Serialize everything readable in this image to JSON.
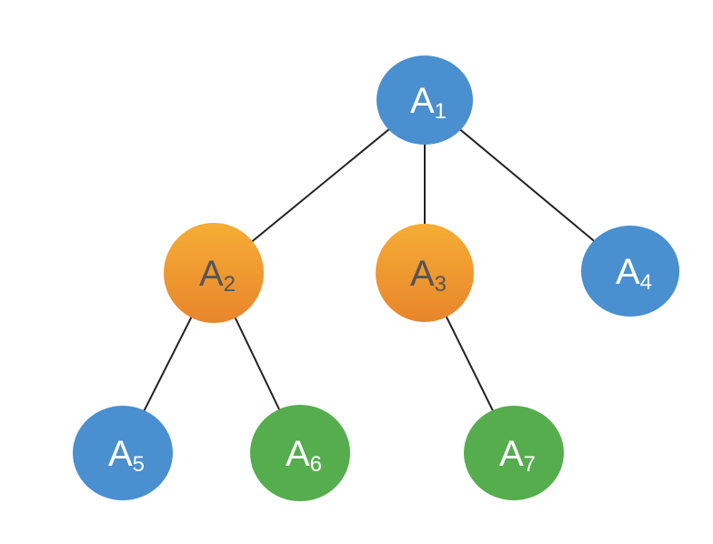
{
  "colors": {
    "blue": "#4a8fcf",
    "orange_top": "#f6ad35",
    "orange_bottom": "#e8852c",
    "green": "#56ad4e",
    "edge": "#222222"
  },
  "nodes": [
    {
      "id": "A1",
      "letter": "A",
      "sub": "1",
      "color": "blue"
    },
    {
      "id": "A2",
      "letter": "A",
      "sub": "2",
      "color": "orange"
    },
    {
      "id": "A3",
      "letter": "A",
      "sub": "3",
      "color": "orange"
    },
    {
      "id": "A4",
      "letter": "A",
      "sub": "4",
      "color": "blue"
    },
    {
      "id": "A5",
      "letter": "A",
      "sub": "5",
      "color": "blue"
    },
    {
      "id": "A6",
      "letter": "A",
      "sub": "6",
      "color": "green"
    },
    {
      "id": "A7",
      "letter": "A",
      "sub": "7",
      "color": "green"
    }
  ],
  "edges": [
    [
      "A1",
      "A2"
    ],
    [
      "A1",
      "A3"
    ],
    [
      "A1",
      "A4"
    ],
    [
      "A2",
      "A5"
    ],
    [
      "A2",
      "A6"
    ],
    [
      "A3",
      "A7"
    ]
  ]
}
